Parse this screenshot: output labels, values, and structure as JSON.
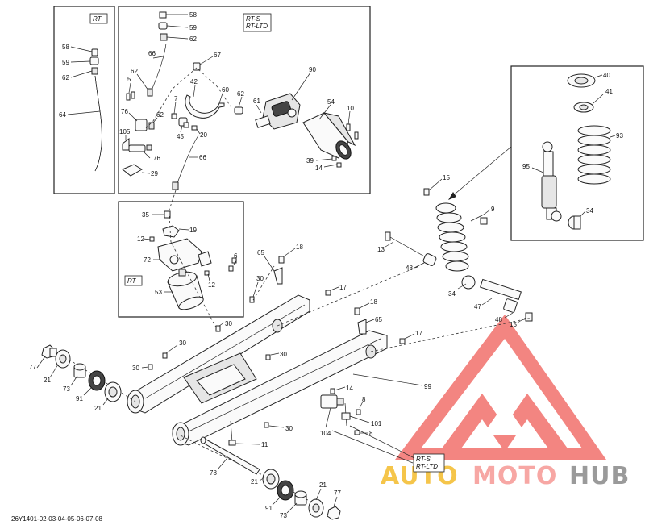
{
  "diagram": {
    "drawing_code": "26Y1401-02-03-04-05-06-07-08",
    "variant_tags": {
      "rt": "RT",
      "rt_s": "RT-S",
      "rt_ltd": "RT-LTD"
    },
    "watermark": {
      "part1": "AUTO",
      "part2": "MOTO",
      "part3": "HUB",
      "colors": {
        "auto": "#f5c54a",
        "moto": "#f7a7a4",
        "hub": "#9a9a9a",
        "logo_mark": "#f2706c"
      }
    },
    "callouts": {
      "c58a": "58",
      "c59a": "59",
      "c62a": "62",
      "c64": "64",
      "c58b": "58",
      "c59b": "59",
      "c62b": "62",
      "c66a": "66",
      "c67": "67",
      "c62c": "62",
      "c5": "5",
      "c42": "42",
      "c60": "60",
      "c90": "90",
      "c76a": "76",
      "c7": "7",
      "c62d": "62",
      "c61": "61",
      "c54": "54",
      "c10": "10",
      "c105": "105",
      "c62e": "62",
      "c45": "45",
      "c20": "20",
      "c76b": "76",
      "c66b": "66",
      "c39": "39",
      "c14a": "14",
      "c29": "29",
      "c35": "35",
      "c19": "19",
      "c12a": "12",
      "c72": "72",
      "c6": "6",
      "c12b": "12",
      "c53": "53",
      "c40": "40",
      "c41": "41",
      "c93": "93",
      "c95": "95",
      "c34a": "34",
      "c15a": "15",
      "c9": "9",
      "c13": "13",
      "c48a": "48",
      "c34b": "34",
      "c47": "47",
      "c48b": "48",
      "c15b": "15",
      "c18a": "18",
      "c65a": "65",
      "c30a": "30",
      "c17a": "17",
      "c18b": "18",
      "c65b": "65",
      "c30b": "30",
      "c30c": "30",
      "c30d": "30",
      "c17b": "17",
      "c77a": "77",
      "c21a": "21",
      "c73a": "73",
      "c91a": "91",
      "c21b": "21",
      "c99": "99",
      "c14b": "14",
      "c8a": "8",
      "c101": "101",
      "c104": "104",
      "c8b": "8",
      "c30e": "30",
      "c11": "11",
      "c78": "78",
      "c21c": "21",
      "c91b": "91",
      "c73b": "73",
      "c21d": "21",
      "c77b": "77"
    }
  }
}
